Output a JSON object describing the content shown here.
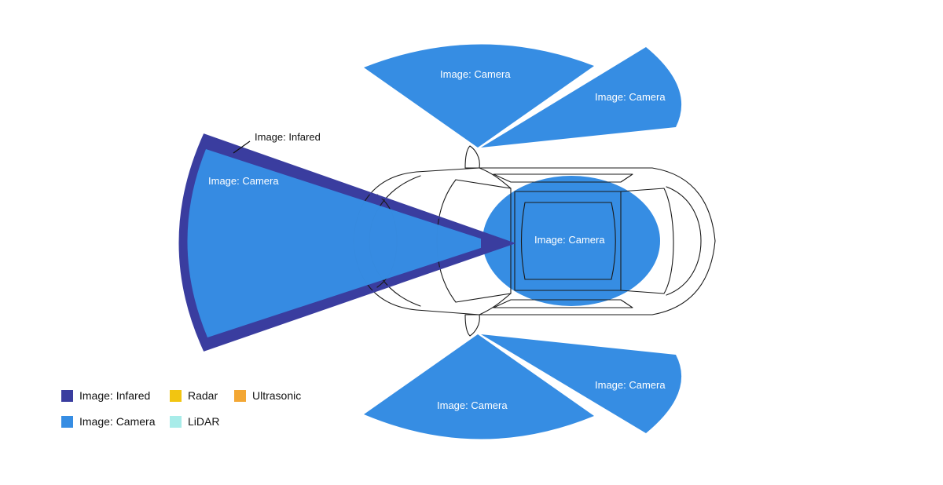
{
  "colors": {
    "infrared": "#3a3d9f",
    "camera": "#368de3",
    "radar": "#f2c511",
    "ultrasonic": "#f3a734",
    "lidar": "#a8ece9"
  },
  "zones": {
    "front_top": "Image: Camera",
    "side_top": "Image: Camera",
    "rear_wide": "Image: Camera",
    "interior": "Image: Camera",
    "front_bottom": "Image: Camera",
    "side_bottom": "Image: Camera"
  },
  "callout": {
    "infrared": "Image: Infared"
  },
  "legend": {
    "items": [
      {
        "label": "Image: Infared",
        "color": "#3a3d9f"
      },
      {
        "label": "Radar",
        "color": "#f2c511"
      },
      {
        "label": "Ultrasonic",
        "color": "#f3a734"
      },
      {
        "label": "Image: Camera",
        "color": "#368de3"
      },
      {
        "label": "LiDAR",
        "color": "#a8ece9"
      }
    ]
  }
}
